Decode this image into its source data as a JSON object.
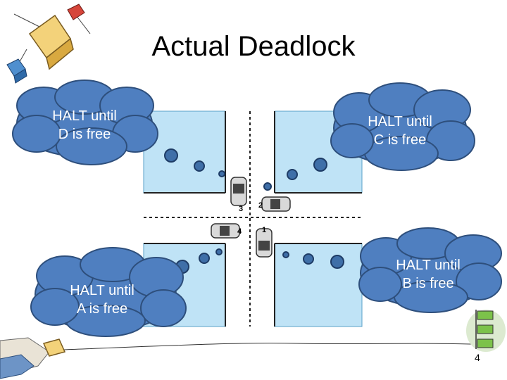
{
  "title": "Actual Deadlock",
  "clouds": [
    {
      "line1": "HALT until",
      "line2": "D is free"
    },
    {
      "line1": "HALT until",
      "line2": "C is free"
    },
    {
      "line1": "HALT until",
      "line2": "A  is free"
    },
    {
      "line1": "HALT until",
      "line2": "B is free"
    }
  ],
  "cars": [
    {
      "label": "1"
    },
    {
      "label": "2"
    },
    {
      "label": "3"
    },
    {
      "label": "4"
    }
  ],
  "slide_number": "4",
  "colors": {
    "cloud_fill": "#4f7fc0",
    "cloud_stroke": "#2e4f7c",
    "block_fill": "#bfe3f6",
    "road_line": "#222222"
  }
}
